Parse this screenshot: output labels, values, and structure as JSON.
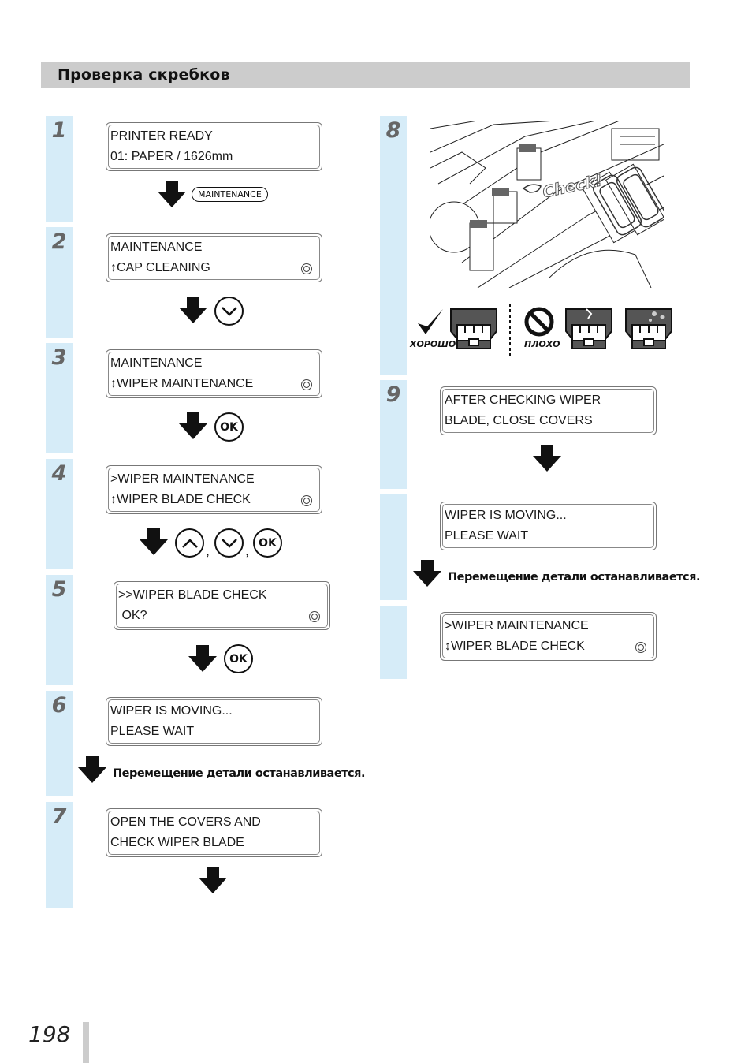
{
  "section_title": "Проверка скребков",
  "page_number": "198",
  "steps": [
    {
      "num": "1",
      "lcd": [
        "PRINTER READY",
        "01: PAPER / 1626mm"
      ]
    },
    {
      "num": "2",
      "lcd": [
        "MAINTENANCE",
        "↕CAP CLEANING"
      ]
    },
    {
      "num": "3",
      "lcd": [
        "MAINTENANCE",
        "↕WIPER MAINTENANCE"
      ]
    },
    {
      "num": "4",
      "lcd": [
        ">WIPER MAINTENANCE",
        "↕WIPER BLADE CHECK"
      ]
    },
    {
      "num": "5",
      "lcd": [
        ">>WIPER BLADE CHECK",
        " OK?"
      ]
    },
    {
      "num": "6",
      "lcd": [
        "WIPER IS MOVING...",
        "PLEASE WAIT"
      ]
    },
    {
      "num": "7",
      "lcd": [
        "OPEN THE COVERS AND",
        "CHECK WIPER BLADE"
      ]
    },
    {
      "num": "8"
    },
    {
      "num": "9",
      "lcd": [
        "AFTER CHECKING WIPER",
        "BLADE, CLOSE COVERS"
      ]
    }
  ],
  "step9_extra_lcds": [
    [
      "WIPER IS MOVING...",
      "PLEASE WAIT"
    ],
    [
      ">WIPER MAINTENANCE",
      "↕WIPER BLADE CHECK"
    ]
  ],
  "buttons": {
    "maintenance": "MAINTENANCE",
    "ok": "OK",
    "comma": ","
  },
  "notes": {
    "stop_moving": "Перемещение детали останавливается."
  },
  "figure": {
    "check_label": "Check!",
    "good_label": "ХОРОШО",
    "bad_label": "ПЛОХО"
  }
}
